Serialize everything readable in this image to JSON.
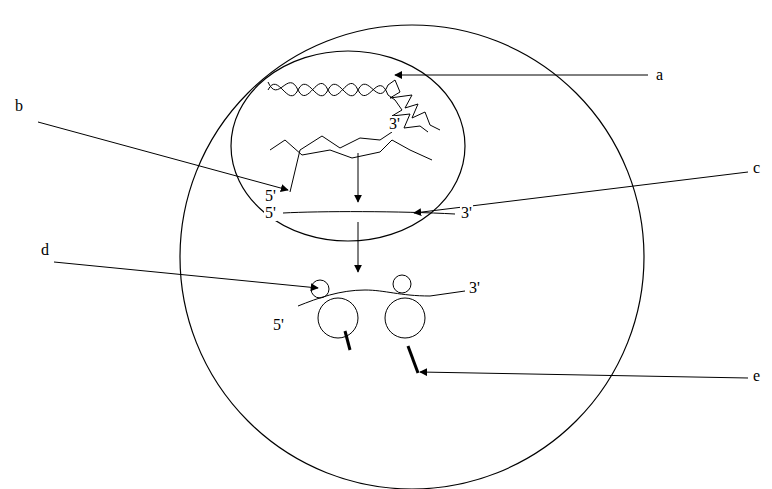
{
  "diagram": {
    "labels": [
      "a",
      "b",
      "3'",
      "5'",
      "c",
      "5'",
      "3'",
      "d",
      "5'",
      "3'",
      "e"
    ]
  }
}
